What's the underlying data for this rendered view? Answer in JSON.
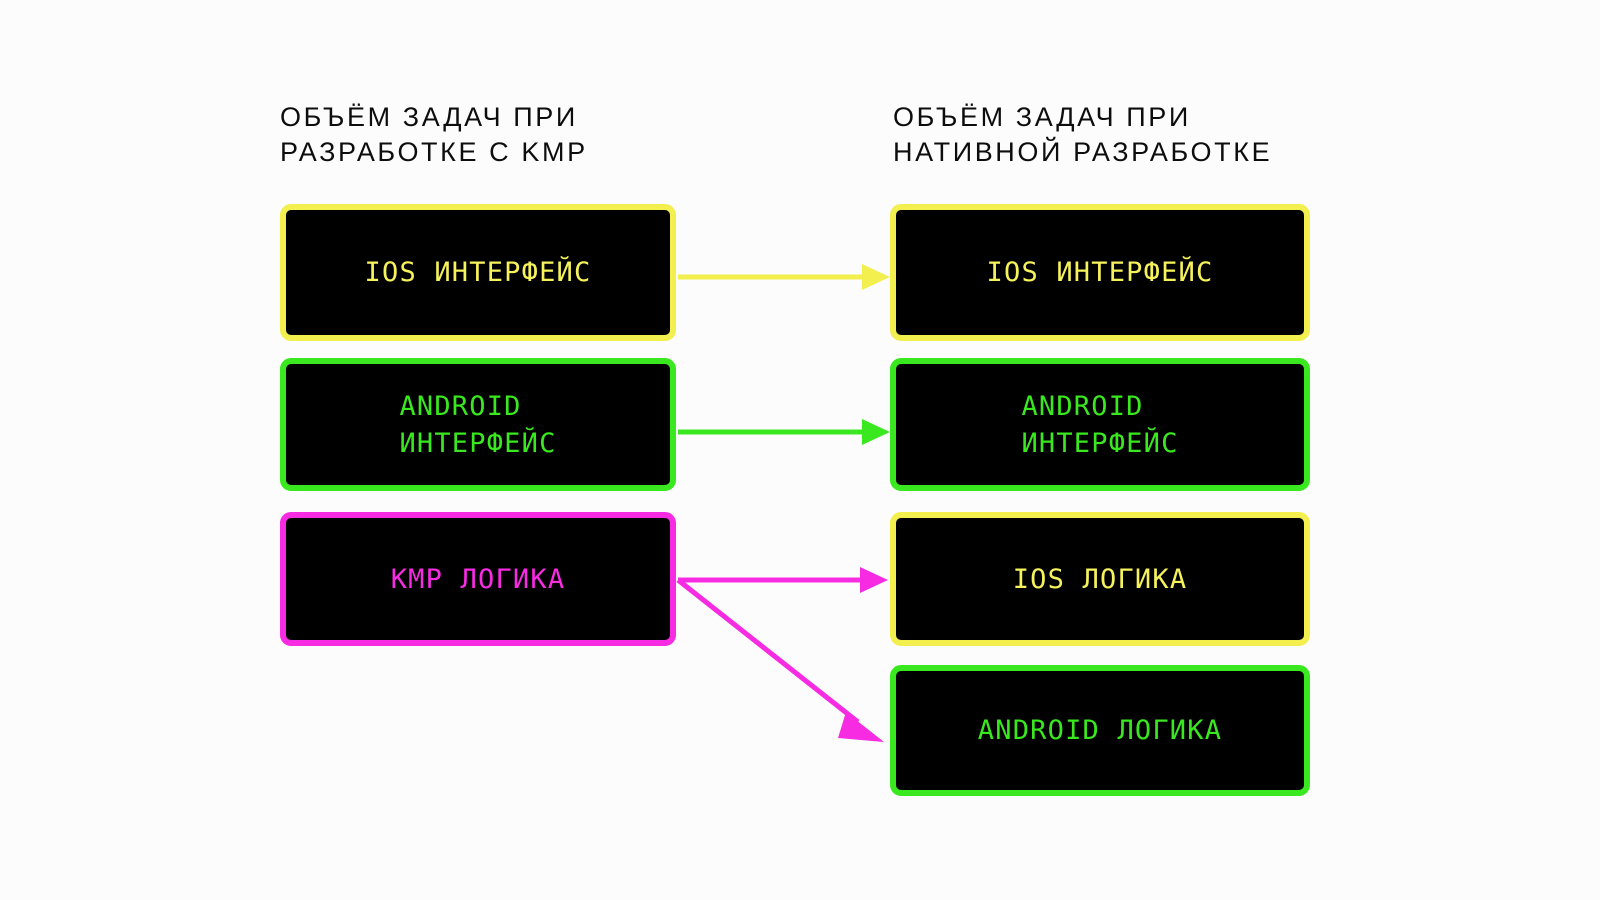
{
  "page": {
    "background_color": "#fcfcfd",
    "title": "KMP vs Native development scope diagram"
  },
  "columns": {
    "left": {
      "header": "ОБЪЁМ ЗАДАЧ ПРИ\nРАЗРАБОТКЕ С KMP",
      "nodes": [
        {
          "label": "IOS ИНТЕРФЕЙС",
          "color": "#f6f25c",
          "accent_name": "yellow"
        },
        {
          "label": "ANDROID\nИНТЕРФЕЙС",
          "color": "#3ae81f",
          "accent_name": "green"
        },
        {
          "label": "KMP ЛОГИКА",
          "color": "#f62be2",
          "accent_name": "pink"
        }
      ]
    },
    "right": {
      "header": "ОБЪЁМ ЗАДАЧ ПРИ\nНАТИВНОЙ РАЗРАБОТКЕ",
      "nodes": [
        {
          "label": "IOS ИНТЕРФЕЙС",
          "color": "#f6f25c",
          "accent_name": "yellow"
        },
        {
          "label": "ANDROID\nИНТЕРФЕЙС",
          "color": "#3ae81f",
          "accent_name": "green"
        },
        {
          "label": "IOS ЛОГИКА",
          "color": "#f6f25c",
          "accent_name": "yellow"
        },
        {
          "label": "ANDROID ЛОГИКА",
          "color": "#3ae81f",
          "accent_name": "green"
        }
      ]
    }
  },
  "arrows": [
    {
      "name": "arrow-ios-ui",
      "color": "#f2ef4e",
      "from": "kmp-ios-ui",
      "to": "native-ios-ui",
      "style": "straight"
    },
    {
      "name": "arrow-android-ui",
      "color": "#3ae81f",
      "from": "kmp-android-ui",
      "to": "native-android-ui",
      "style": "straight"
    },
    {
      "name": "arrow-kmp-logic-to-ios-logic",
      "color": "#f62be2",
      "from": "kmp-logic",
      "to": "native-ios-logic",
      "style": "straight"
    },
    {
      "name": "arrow-kmp-logic-to-android-logic",
      "color": "#f62be2",
      "from": "kmp-logic",
      "to": "native-android-logic",
      "style": "diagonal"
    }
  ],
  "palette": {
    "yellow": "#f2ef4e",
    "green": "#3ae81f",
    "pink": "#f62be2",
    "box_fill": "#000000",
    "text_dark": "#0d0d0d"
  }
}
